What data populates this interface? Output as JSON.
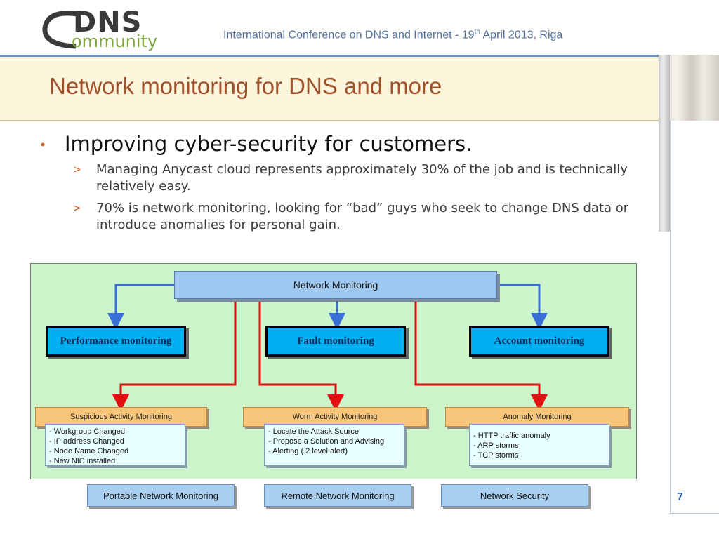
{
  "header": {
    "logo_dns": "DNS",
    "logo_community": "ommunity",
    "conference_prefix": "International Conference on DNS and Internet  - 19",
    "conference_sup": "th",
    "conference_suffix": " April 2013, Riga"
  },
  "slide": {
    "title": "Network monitoring for DNS and more",
    "bullet": "Improving cyber-security for customers.",
    "sub_items": [
      "Managing Anycast cloud represents approximately 30% of the job and is technically relatively easy.",
      "70% is network monitoring, looking for “bad” guys who seek to change DNS data or introduce anomalies for personal gain."
    ],
    "page_number": "7"
  },
  "diagram": {
    "root": "Network Monitoring",
    "categories": [
      "Performance monitoring",
      "Fault monitoring",
      "Account monitoring"
    ],
    "sub_monitors": [
      {
        "label": "Suspicious Activity Monitoring",
        "items": [
          "- Workgroup Changed",
          "- IP address Changed",
          "- Node Name Changed",
          "- New NIC installed"
        ]
      },
      {
        "label": "Worm Activity Monitoring",
        "items": [
          "- Locate the Attack Source",
          "- Propose a Solution and Advising",
          "- Alerting ( 2 level alert)"
        ]
      },
      {
        "label": "Anomaly Monitoring",
        "items": [
          "- HTTP traffic anomaly",
          "- ARP storms",
          "- TCP storms"
        ]
      }
    ],
    "bottom_boxes": [
      "Portable Network Monitoring",
      "Remote Network Monitoring",
      "Network  Security"
    ]
  },
  "colors": {
    "title": "#a0502a",
    "header_text": "#4f6f9a",
    "diagram_bg": "#ccf5cc",
    "blue_arrow": "#3a6ed8",
    "red_arrow": "#e01010"
  }
}
